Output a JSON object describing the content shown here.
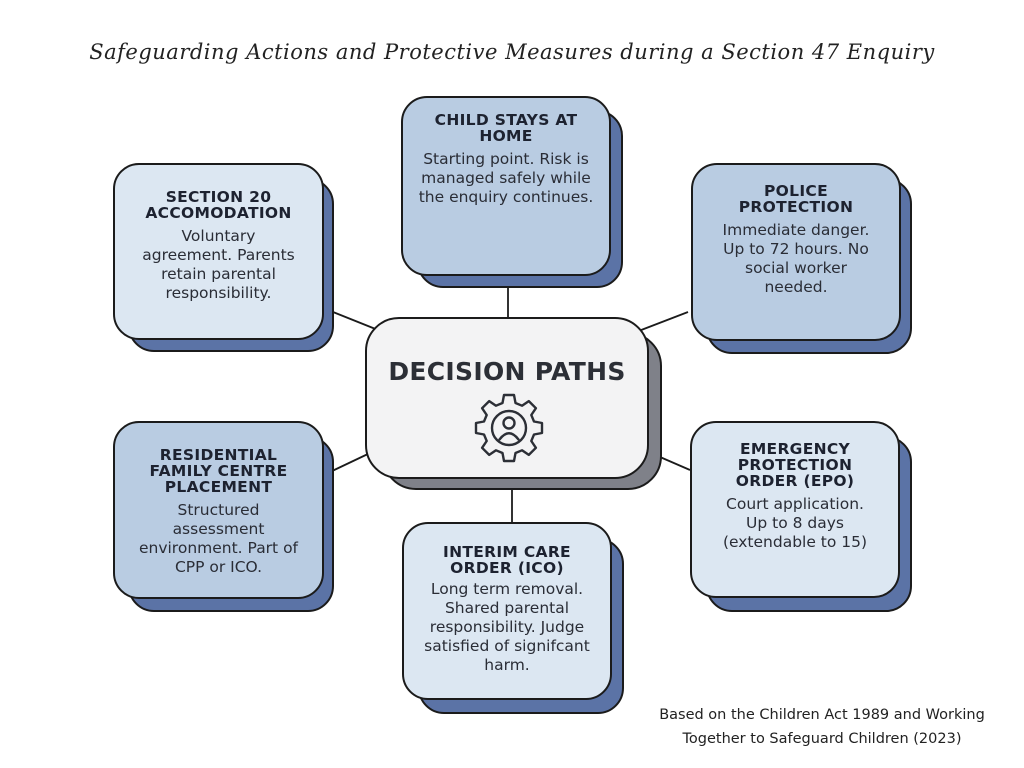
{
  "title": "Safeguarding Actions and Protective Measures during a Section 47 Enquiry",
  "center": {
    "title": "DECISION PATHS",
    "icon": "gear-person-icon"
  },
  "nodes": {
    "child_stays_at_home": {
      "title": "CHILD STAYS AT HOME",
      "body": "Starting point. Risk is managed safely while the enquiry continues."
    },
    "section_20": {
      "title": "SECTION 20 ACCOMODATION",
      "body": "Voluntary agreement. Parents retain parental responsibility."
    },
    "police_protection": {
      "title": "POLICE PROTECTION",
      "body": "Immediate danger. Up to 72 hours. No social worker needed."
    },
    "residential_family_centre": {
      "title": "RESIDENTIAL FAMILY CENTRE PLACEMENT",
      "body": "Structured assessment environment. Part of CPP or ICO."
    },
    "emergency_protection_order": {
      "title": "EMERGENCY PROTECTION ORDER (EPO)",
      "body": "Court application. Up to 8 days (extendable to 15)"
    },
    "interim_care_order": {
      "title": "INTERIM CARE ORDER (ICO)",
      "body": "Long term removal. Shared parental responsibility. Judge satisfied of signifcant harm."
    }
  },
  "footer": "Based on the Children Act 1989 and Working Together to Safeguard Children (2023)",
  "colors": {
    "card_light": "#dce7f2",
    "card_mid": "#b9cce2",
    "card_shadow": "#5b73a6",
    "center_fill": "#f3f3f4",
    "center_shadow": "#7f8189",
    "outline": "#1b1b1b"
  }
}
